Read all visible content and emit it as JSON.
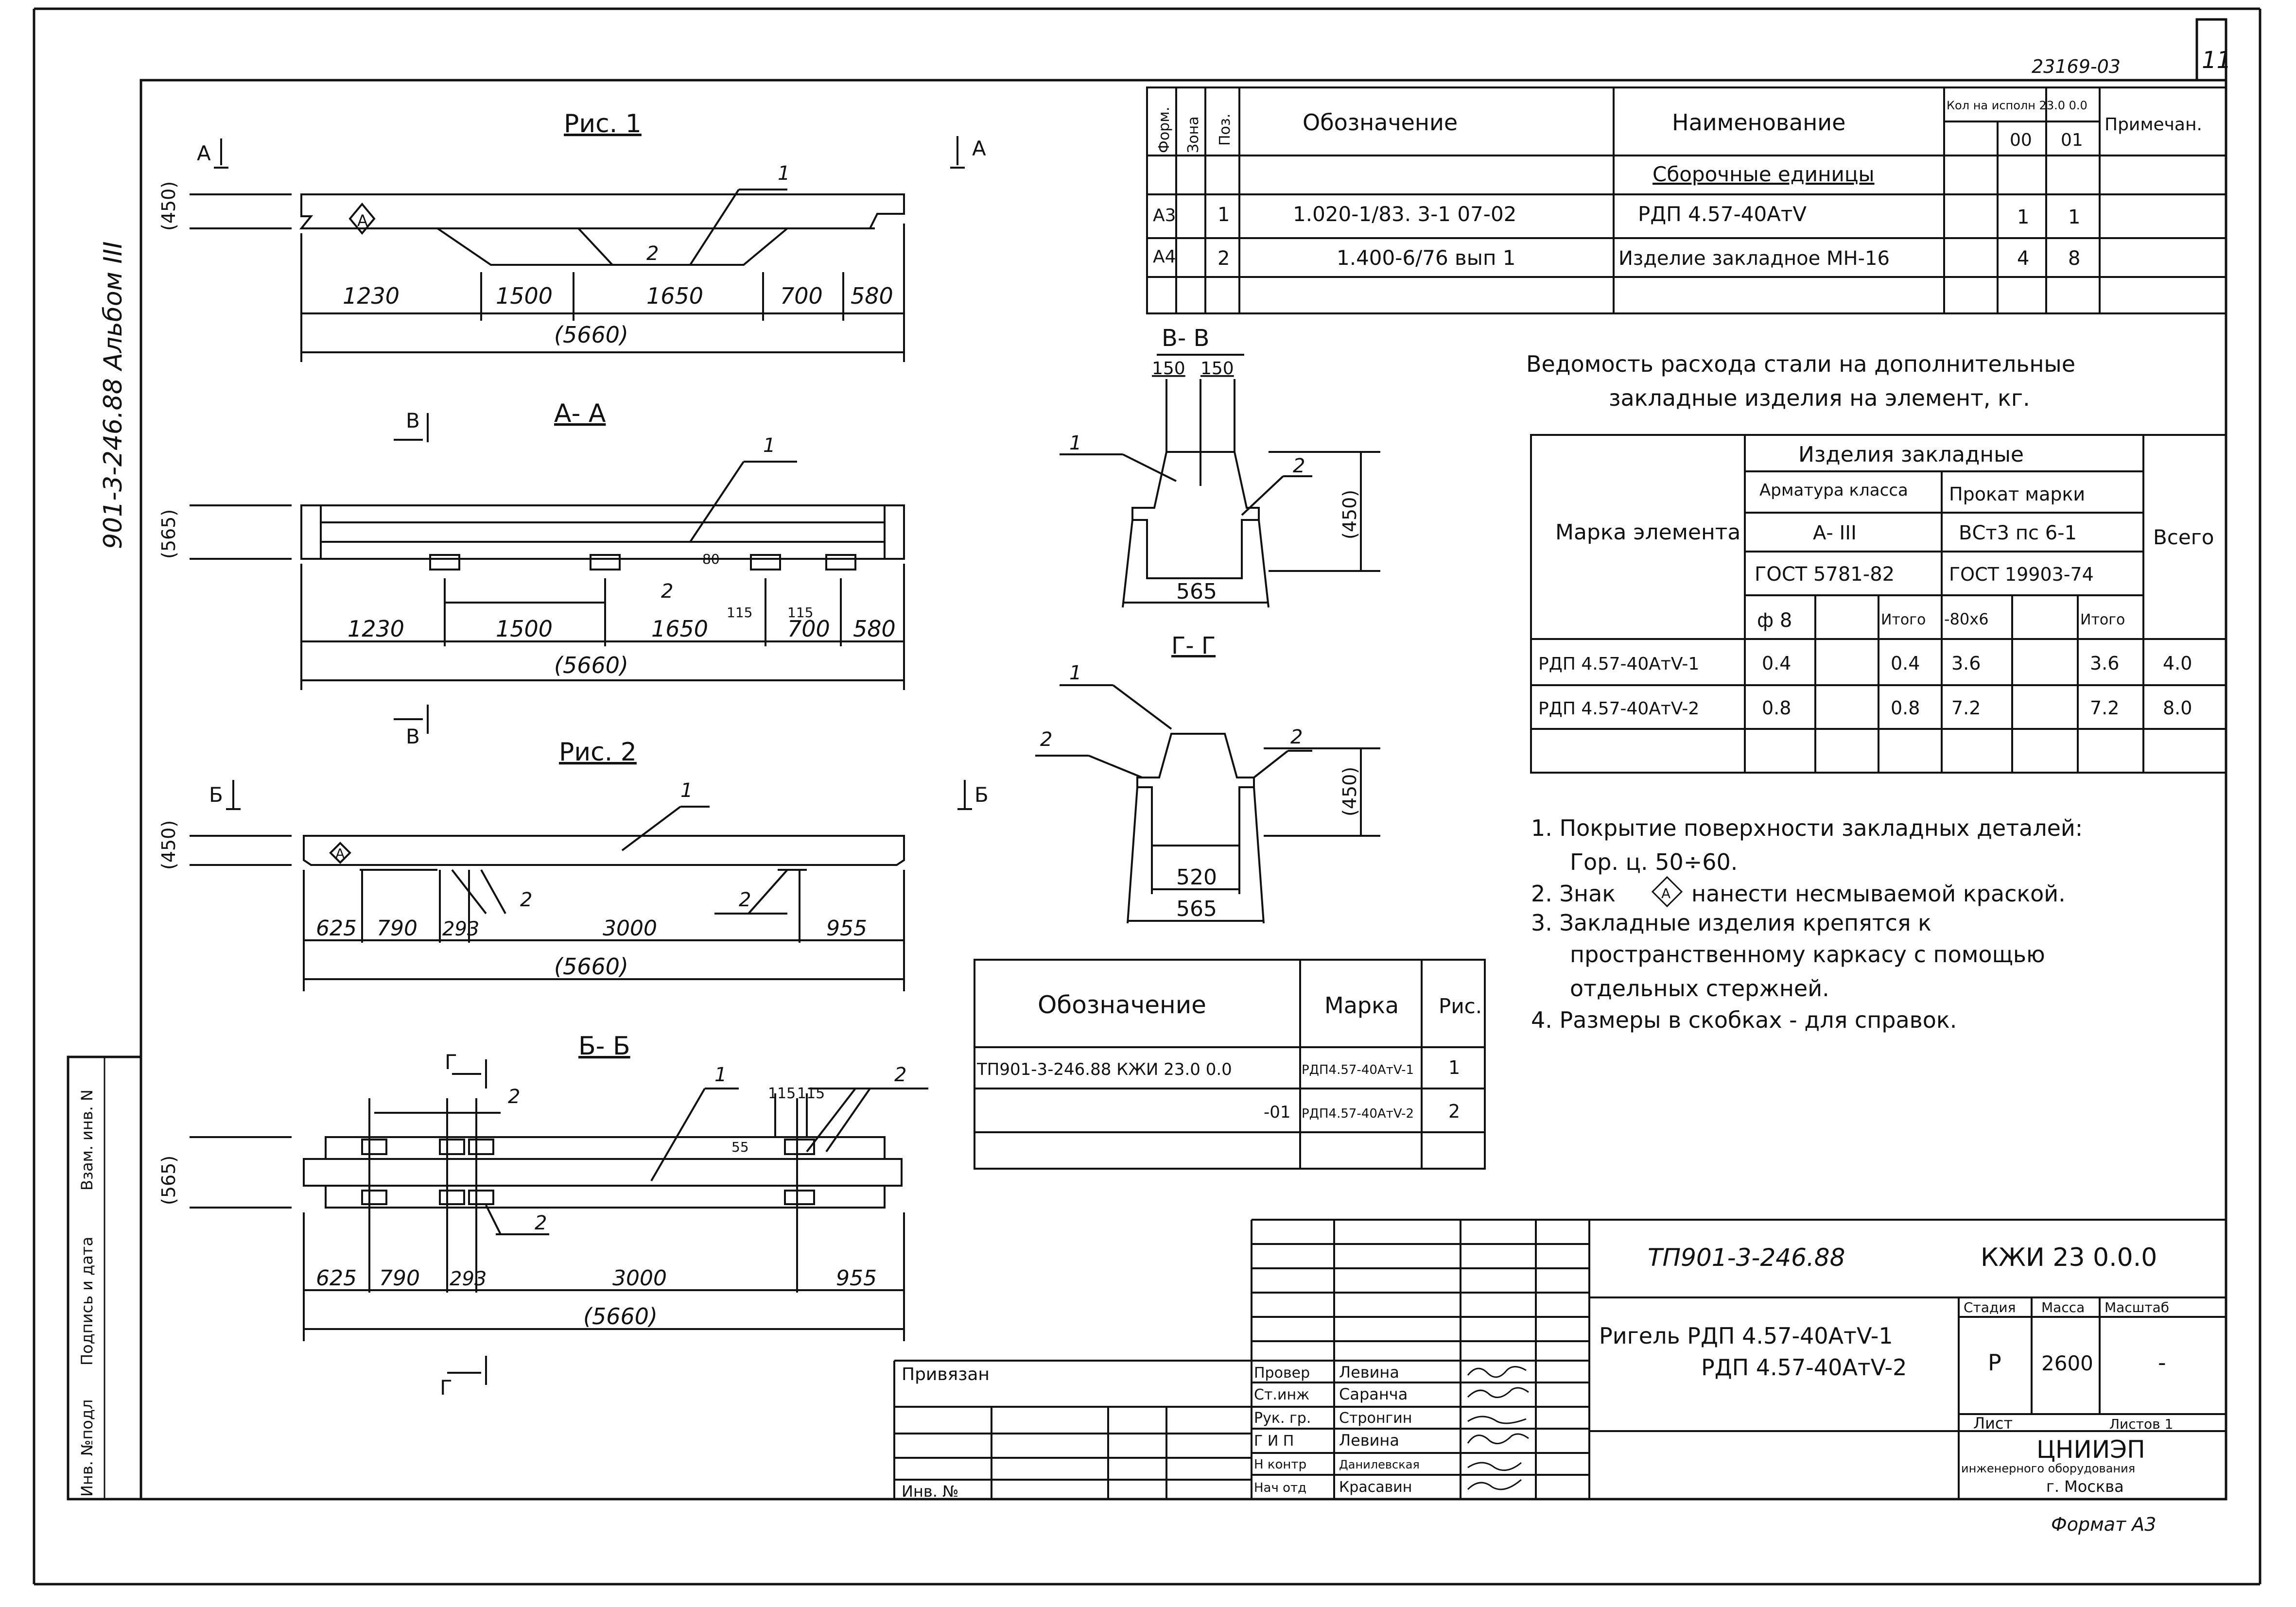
{
  "sheet": {
    "code": "23169-03",
    "page": "11",
    "album": "901-3-246.88 Альбом III",
    "format": "Формат А3"
  },
  "left_strip": [
    "Инв. №подл",
    "Подпись и дата",
    "Взам. инв. N"
  ],
  "figures": {
    "fig1": {
      "title": "Рис. 1",
      "cut": "А",
      "height": "(450)",
      "dims": [
        "1230",
        "1500",
        "1650",
        "700",
        "580"
      ],
      "total": "(5660)",
      "callouts": [
        "1",
        "2"
      ]
    },
    "aa": {
      "title": "А- А",
      "cut": "В",
      "height": "(565)",
      "dims": [
        "1230",
        "1500",
        "1650",
        "700",
        "580"
      ],
      "small": [
        "80",
        "115",
        "115"
      ],
      "total": "(5660)",
      "callouts": [
        "1",
        "2"
      ]
    },
    "fig2": {
      "title": "Рис. 2",
      "cut": "Б",
      "height": "(450)",
      "dims": [
        "625",
        "790",
        "293",
        "3000",
        "955"
      ],
      "total": "(5660)",
      "callouts": [
        "1",
        "2",
        "2"
      ]
    },
    "bb": {
      "title": "Б- Б",
      "cut": "Г",
      "height": "(565)",
      "dims": [
        "625",
        "790",
        "293",
        "3000",
        "955"
      ],
      "small": [
        "115",
        "115",
        "55"
      ],
      "total": "(5660)",
      "callouts": [
        "1",
        "2",
        "2",
        "2"
      ]
    },
    "vv": {
      "title": "В- В",
      "top_dims": [
        "150",
        "150"
      ],
      "height": "(450)",
      "width": "565",
      "callouts": [
        "1",
        "2"
      ]
    },
    "gg": {
      "title": "Г- Г",
      "height": "(450)",
      "inner": "520",
      "width": "565",
      "callouts": [
        "1",
        "2",
        "2"
      ]
    }
  },
  "spec_table": {
    "headers": {
      "format": "Форм.",
      "zone": "Зона",
      "pos": "Поз.",
      "designation": "Обозначение",
      "name": "Наименование",
      "qty": "Кол на исполн 23.0 0.0",
      "exec_00": "00",
      "exec_01": "01",
      "note": "Примечан."
    },
    "section": "Сборочные единицы",
    "rows": [
      {
        "format": "А3",
        "pos": "1",
        "designation": "1.020-1/83. 3-1 07-02",
        "name": "РДП 4.57-40АтV",
        "q00": "1",
        "q01": "1"
      },
      {
        "format": "А4",
        "pos": "2",
        "designation": "1.400-6/76 вып 1",
        "name": "Изделие закладное МН-16",
        "q00": "4",
        "q01": "8"
      }
    ]
  },
  "steel": {
    "title_l1": "Ведомость расхода стали на дополнительные",
    "title_l2": "закладные изделия на элемент, кг.",
    "mark_header": "Марка элемента",
    "group": "Изделия закладные",
    "arm": "Арматура класса",
    "arm_class": "А- III",
    "arm_gost": "ГОСТ 5781-82",
    "prokat": "Прокат марки",
    "prokat_mark": "ВСт3 пс 6-1",
    "prokat_gost": "ГОСТ 19903-74",
    "total": "Всего",
    "sub": [
      "ф 8",
      "Итого",
      "-80х6",
      "Итого"
    ],
    "rows": [
      {
        "mark": "РДП 4.57-40АтV-1",
        "d8": "0.4",
        "it1": "0.4",
        "pl": "3.6",
        "it2": "3.6",
        "tot": "4.0"
      },
      {
        "mark": "РДП 4.57-40АтV-2",
        "d8": "0.8",
        "it1": "0.8",
        "pl": "7.2",
        "it2": "7.2",
        "tot": "8.0"
      }
    ]
  },
  "notes": [
    "1. Покрытие поверхности закладных деталей:",
    "Гор. ц. 50÷60.",
    "2. Знак",
    "нанести несмываемой краской.",
    "3. Закладные изделия крепятся к",
    "пространственному каркасу с помощью",
    "отдельных стержней.",
    "4. Размеры в скобках - для справок."
  ],
  "mark_symbol": "А",
  "variants": {
    "headers": [
      "Обозначение",
      "Марка",
      "Рис."
    ],
    "rows": [
      {
        "designation": "ТП901-3-246.88  КЖИ 23.0 0.0",
        "mark": "РДП4.57-40АтV-1",
        "fig": "1"
      },
      {
        "designation": "-01",
        "mark": "РДП4.57-40АтV-2",
        "fig": "2"
      }
    ]
  },
  "title_block": {
    "doc": "ТП901-3-246.88",
    "code": "КЖИ 23 0.0.0",
    "name_l1": "Ригель РДП 4.57-40АтV-1",
    "name_l2": "РДП 4.57-40АтV-2",
    "stage_h": "Стадия",
    "mass_h": "Масса",
    "scale_h": "Масштаб",
    "stage": "Р",
    "mass": "2600",
    "scale": "-",
    "sheet_h": "Лист",
    "sheets_h": "Листов 1",
    "org": "ЦНИИЭП",
    "org2": "инженерного оборудования",
    "city": "г. Москва",
    "privyazan": "Привязан",
    "inv": "Инв. №",
    "roles": [
      "Провер",
      "Ст.инж",
      "Рук. гр.",
      "Г И П",
      "Н контр",
      "Нач отд"
    ],
    "persons": [
      "Левина",
      "Саранча",
      "Стронгин",
      "Левина",
      "Данилевская",
      "Красавин"
    ]
  }
}
